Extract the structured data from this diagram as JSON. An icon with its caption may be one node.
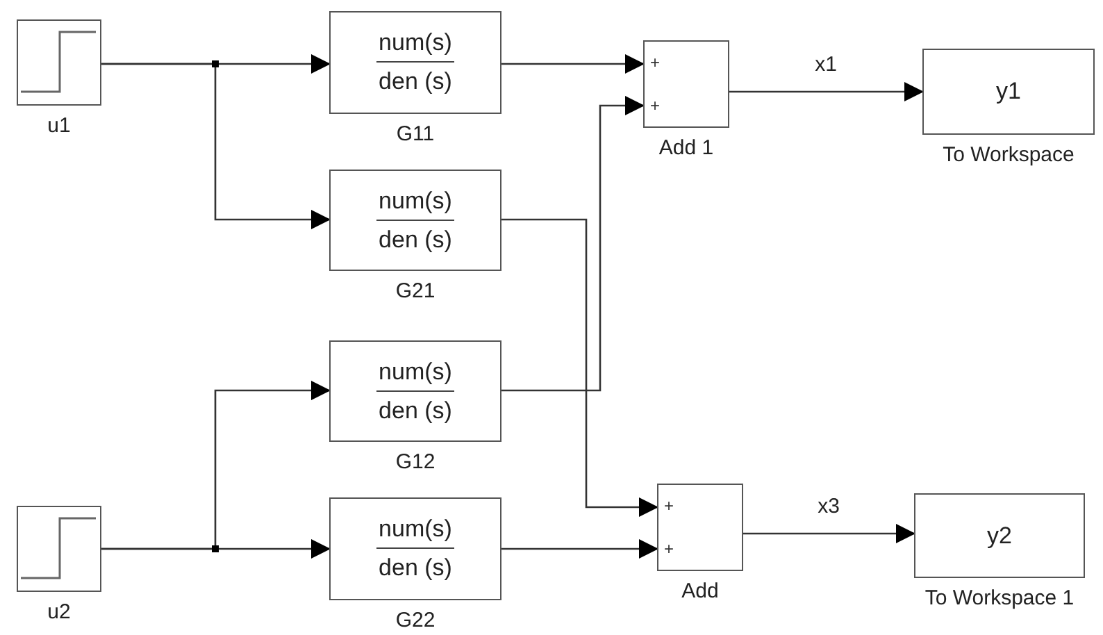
{
  "diagram": {
    "nodes": [
      {
        "text": [
          "u1"
        ]
      },
      {
        "text": [
          "num(s)",
          "den (s)",
          "G11"
        ]
      },
      {
        "text": [
          "+",
          "+",
          "Add 1"
        ]
      },
      {
        "text": [
          "y1",
          "To Workspace"
        ]
      },
      {
        "text": [
          "num(s)",
          "den (s)",
          "G21"
        ]
      },
      {
        "text": [
          "num(s)",
          "den (s)",
          "G12"
        ]
      },
      {
        "text": [
          "u2"
        ]
      },
      {
        "text": [
          "num(s)",
          "den (s)",
          "G22"
        ]
      },
      {
        "text": [
          "+",
          "+",
          "Add"
        ]
      },
      {
        "text": [
          "y2",
          "To Workspace 1"
        ]
      }
    ],
    "edges": [
      {
        "from": 0,
        "to": 1,
        "arrow": "to"
      },
      {
        "from": 0,
        "to": 4,
        "arrow": "to"
      },
      {
        "from": 6,
        "to": 5,
        "arrow": "to"
      },
      {
        "from": 6,
        "to": 7,
        "arrow": "to"
      },
      {
        "from": 1,
        "to": 2,
        "arrow": "to"
      },
      {
        "from": 5,
        "to": 2,
        "arrow": "to"
      },
      {
        "from": 4,
        "to": 8,
        "arrow": "to"
      },
      {
        "from": 7,
        "to": 8,
        "arrow": "to"
      },
      {
        "from": 2,
        "to": 3,
        "arrow": "to",
        "label": "x1"
      },
      {
        "from": 8,
        "to": 9,
        "arrow": "to",
        "label": "x3"
      }
    ]
  }
}
